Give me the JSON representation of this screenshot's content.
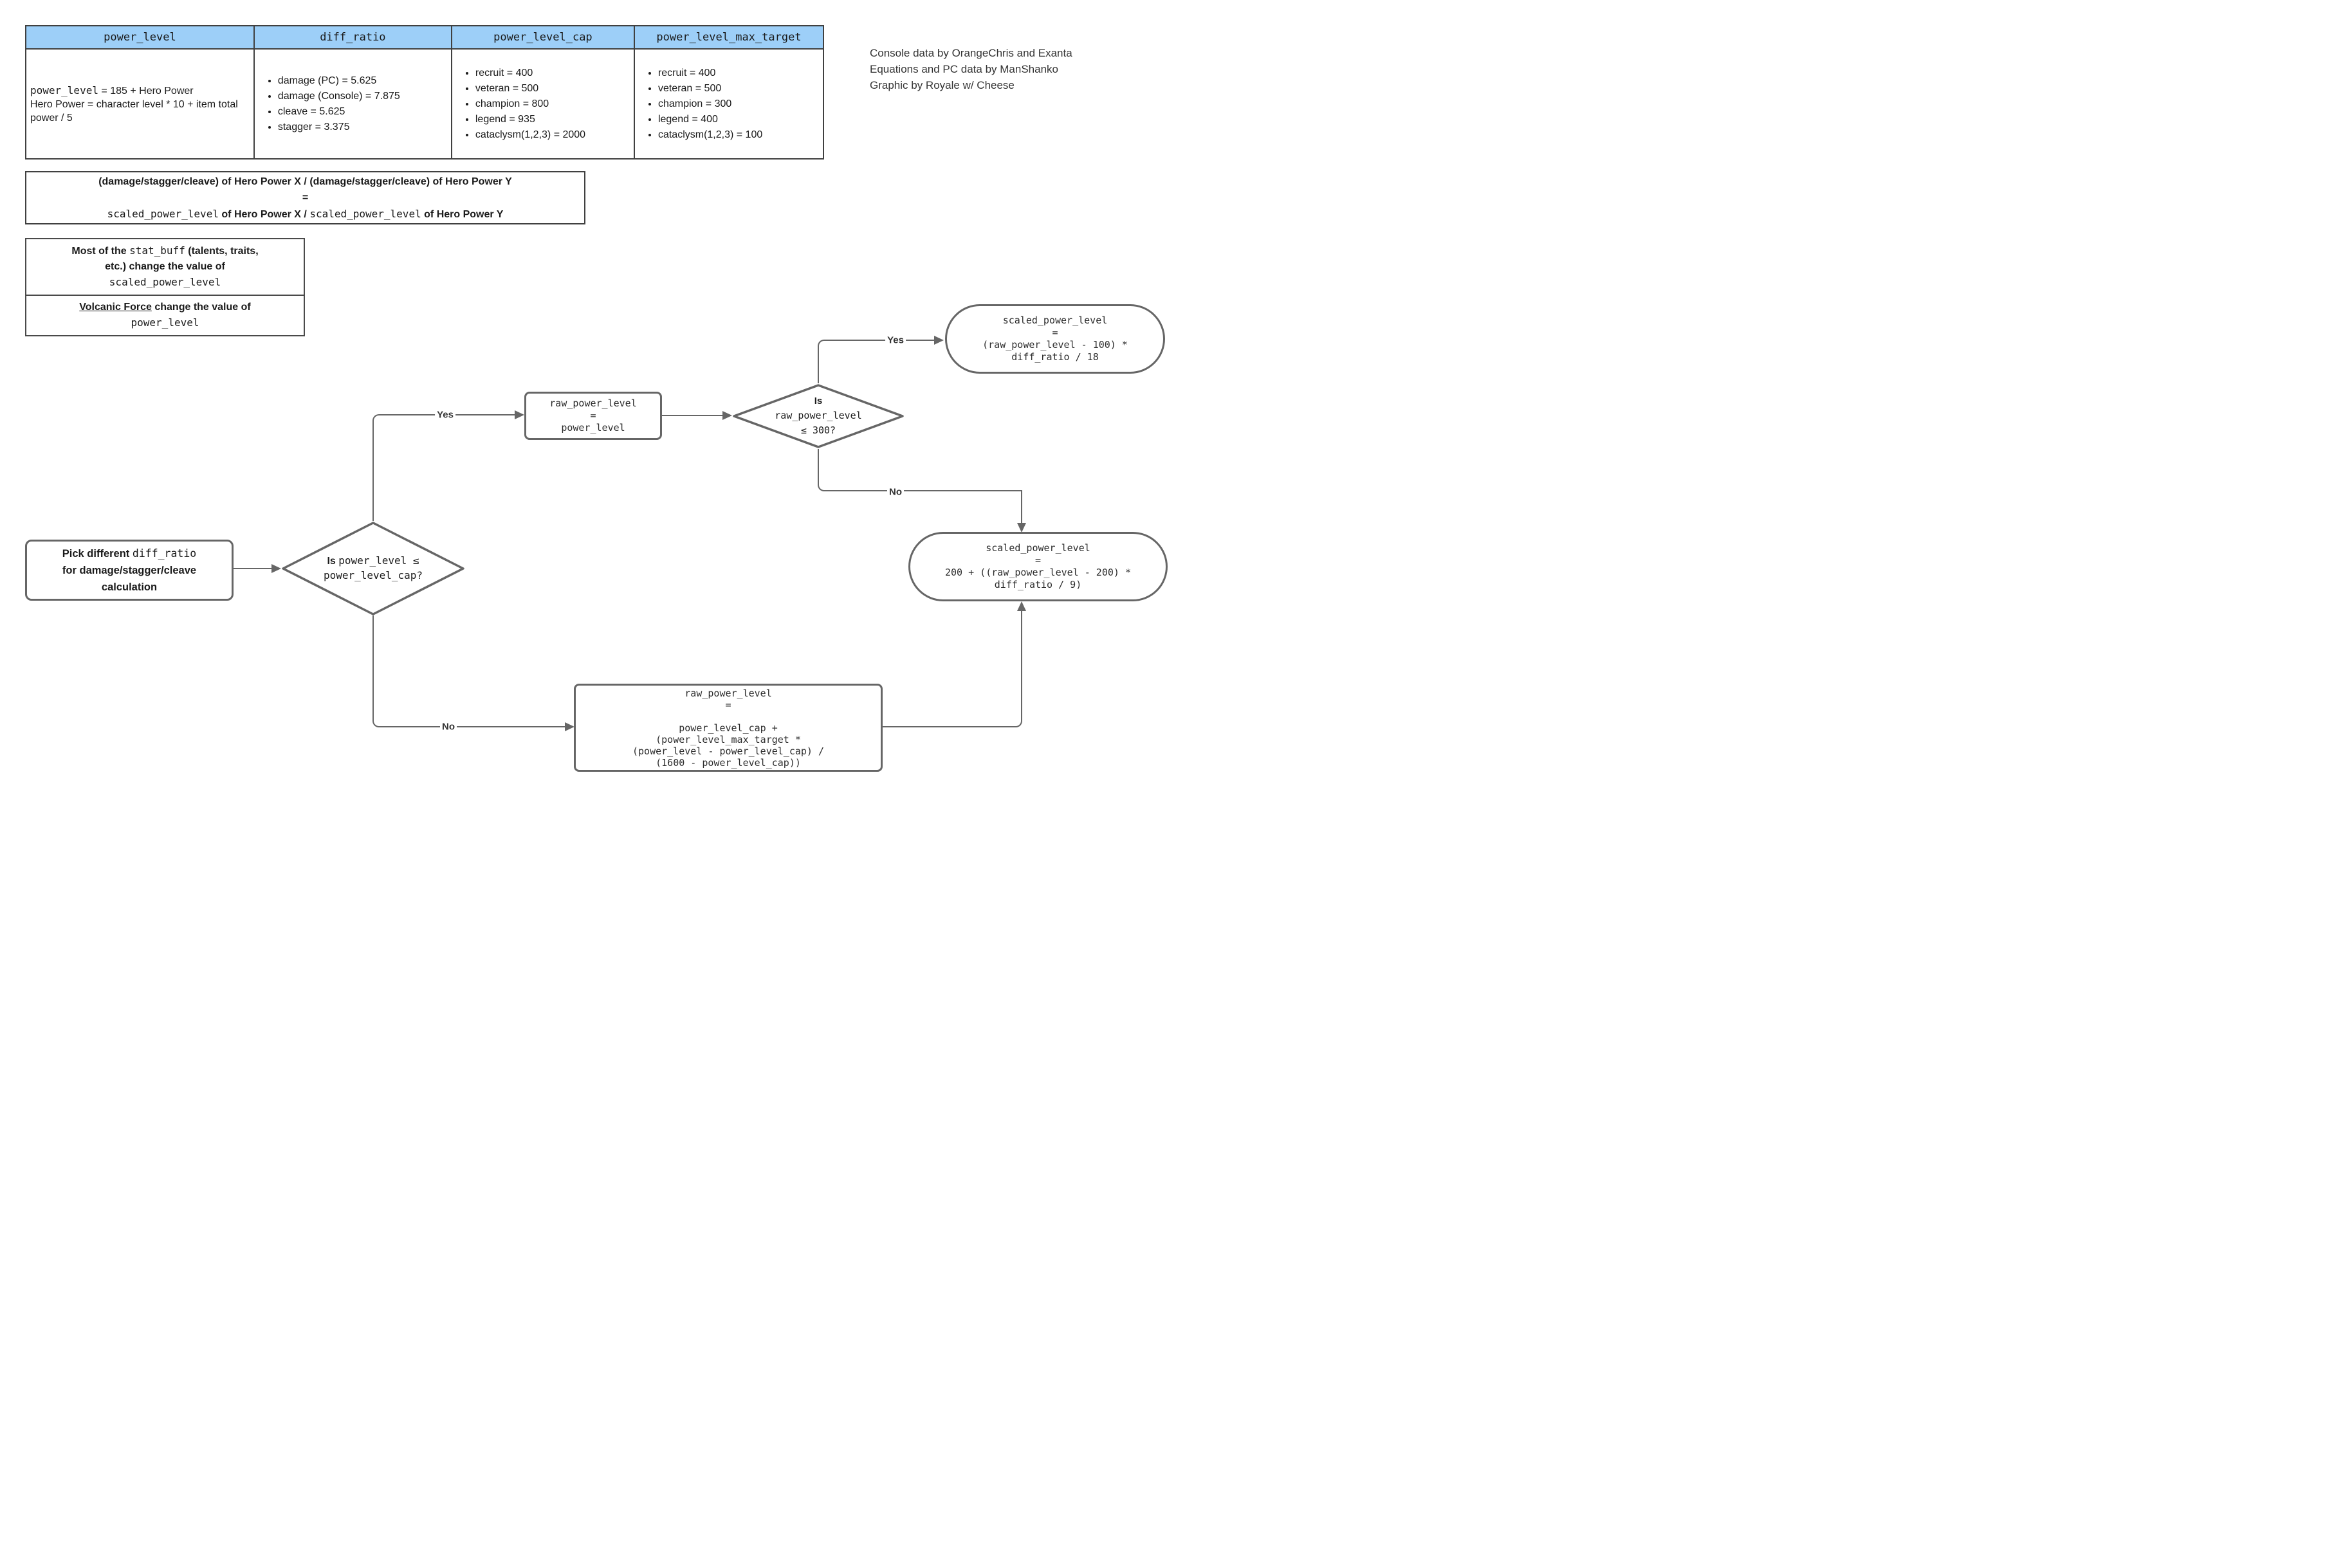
{
  "credits": {
    "lines": [
      "Console data by OrangeChris and Exanta",
      "Equations and PC data by ManShanko",
      "Graphic by Royale w/ Cheese"
    ]
  },
  "colors": {
    "header_blue": "#9dcff8",
    "stroke_gray": "#666666",
    "table_border": "#404040",
    "text": "#1a1a1a"
  },
  "table": {
    "columns": [
      {
        "header": "power_level",
        "lines": [
          [
            {
              "t": "power_level",
              "f": "mono"
            },
            {
              "t": " = 185 + Hero Power",
              "f": "plain"
            }
          ],
          [
            {
              "t": "Hero Power = character level * 10 + item total power / 5",
              "f": "plain"
            }
          ]
        ]
      },
      {
        "header": "diff_ratio",
        "items": [
          "damage (PC) = 5.625",
          "damage (Console) = 7.875",
          "cleave = 5.625",
          "stagger = 3.375"
        ]
      },
      {
        "header": "power_level_cap",
        "items": [
          "recruit = 400",
          "veteran = 500",
          "champion = 800",
          "legend = 935",
          "cataclysm(1,2,3) = 2000"
        ]
      },
      {
        "header": "power_level_max_target",
        "items": [
          "recruit = 400",
          "veteran = 500",
          "champion = 300",
          "legend = 400",
          "cataclysm(1,2,3) = 100"
        ]
      }
    ]
  },
  "equation_box": {
    "lines": [
      [
        {
          "t": "(damage/stagger/cleave) of Hero Power X / (damage/stagger/cleave) of Hero Power Y",
          "f": "bold"
        }
      ],
      [
        {
          "t": "=",
          "f": "bold"
        }
      ],
      [
        {
          "t": "scaled_power_level",
          "f": "mono"
        },
        {
          "t": " of Hero Power X / ",
          "f": "bold"
        },
        {
          "t": "scaled_power_level",
          "f": "mono"
        },
        {
          "t": " of Hero Power Y",
          "f": "bold"
        }
      ]
    ]
  },
  "notes_box": {
    "cell1": [
      [
        {
          "t": "Most of the ",
          "f": "bold"
        },
        {
          "t": "stat_buff",
          "f": "mono"
        },
        {
          "t": " (talents, traits,",
          "f": "bold"
        }
      ],
      [
        {
          "t": "etc.) change the value of",
          "f": "bold"
        }
      ],
      [
        {
          "t": "scaled_power_level",
          "f": "mono"
        }
      ]
    ],
    "cell2": [
      [
        {
          "t": "Volcanic Force",
          "f": "bu"
        },
        {
          "t": " change the value of",
          "f": "bold"
        }
      ],
      [
        {
          "t": "power_level",
          "f": "mono"
        }
      ]
    ]
  },
  "flow": {
    "pick_box": [
      [
        {
          "t": "Pick different ",
          "f": "bold"
        },
        {
          "t": "diff_ratio",
          "f": "mono"
        }
      ],
      [
        {
          "t": "for damage/stagger/cleave",
          "f": "bold"
        }
      ],
      [
        {
          "t": "calculation",
          "f": "bold"
        }
      ]
    ],
    "diamond_cap": [
      [
        {
          "t": "Is ",
          "f": "bold"
        },
        {
          "t": "power_level ≤",
          "f": "mono"
        }
      ],
      [
        {
          "t": "power_level_cap?",
          "f": "mono"
        }
      ]
    ],
    "raw_box": [
      "raw_power_level",
      "=",
      "power_level"
    ],
    "diamond_300": [
      [
        {
          "t": "Is",
          "f": "bold"
        }
      ],
      [
        {
          "t": "raw_power_level",
          "f": "mono"
        }
      ],
      [
        {
          "t": "≤ 300?",
          "f": "mono"
        }
      ]
    ],
    "node_yes": [
      "scaled_power_level",
      "=",
      "(raw_power_level - 100) *",
      "diff_ratio / 18"
    ],
    "node_no": [
      "scaled_power_level",
      "=",
      "200 + ((raw_power_level - 200) *",
      "diff_ratio / 9)"
    ],
    "calc_box": [
      "raw_power_level",
      "=",
      "",
      "power_level_cap +",
      "(power_level_max_target *",
      "(power_level - power_level_cap) /",
      "(1600 - power_level_cap))"
    ],
    "labels": {
      "d1_yes": "Yes",
      "d1_no": "No",
      "d2_yes": "Yes",
      "d2_no": "No"
    }
  }
}
